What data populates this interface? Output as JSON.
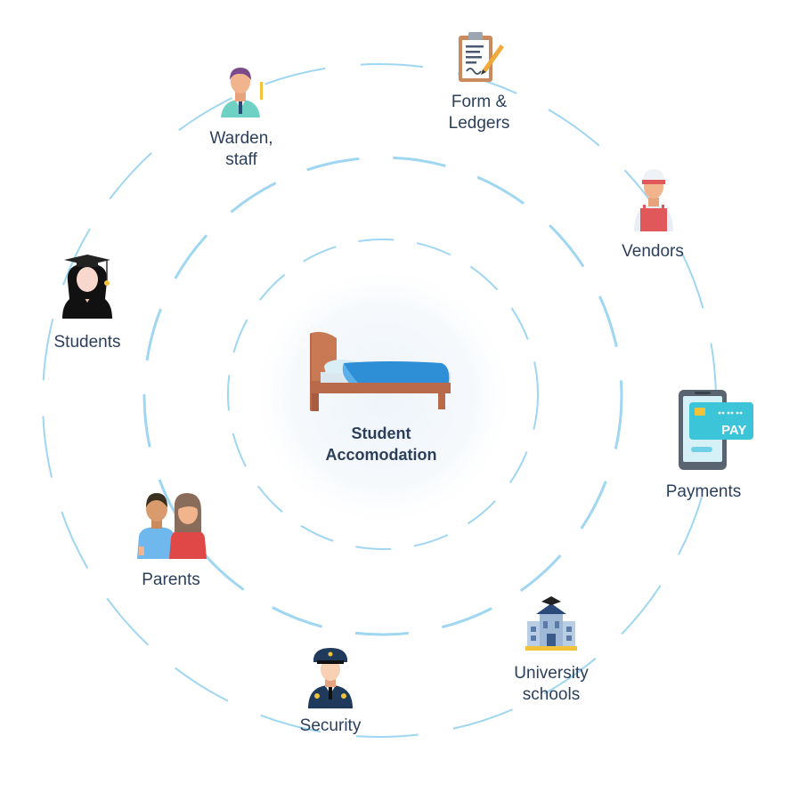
{
  "center": {
    "label_line1": "Student",
    "label_line2": "Accomodation",
    "icon": "bed-icon"
  },
  "nodes": [
    {
      "id": "form-ledgers",
      "line1": "Form &",
      "line2": "Ledgers",
      "icon": "clipboard-icon"
    },
    {
      "id": "warden-staff",
      "line1": "Warden,",
      "line2": "staff",
      "icon": "warden-icon"
    },
    {
      "id": "vendors",
      "line1": "Vendors",
      "line2": "",
      "icon": "vendor-icon"
    },
    {
      "id": "students",
      "line1": "Students",
      "line2": "",
      "icon": "graduate-icon"
    },
    {
      "id": "payments",
      "line1": "Payments",
      "line2": "",
      "icon": "phone-payment-icon",
      "pay_text": "PAY"
    },
    {
      "id": "parents",
      "line1": "Parents",
      "line2": "",
      "icon": "parents-icon"
    },
    {
      "id": "university-schools",
      "line1": "University",
      "line2": "schools",
      "icon": "university-building-icon"
    },
    {
      "id": "security",
      "line1": "Security",
      "line2": "",
      "icon": "security-guard-icon"
    }
  ],
  "colors": {
    "ring": "#9fd6f2",
    "text": "#2b3f5c",
    "bed_blue": "#2f8fd6",
    "bed_frame": "#b86a4a"
  }
}
